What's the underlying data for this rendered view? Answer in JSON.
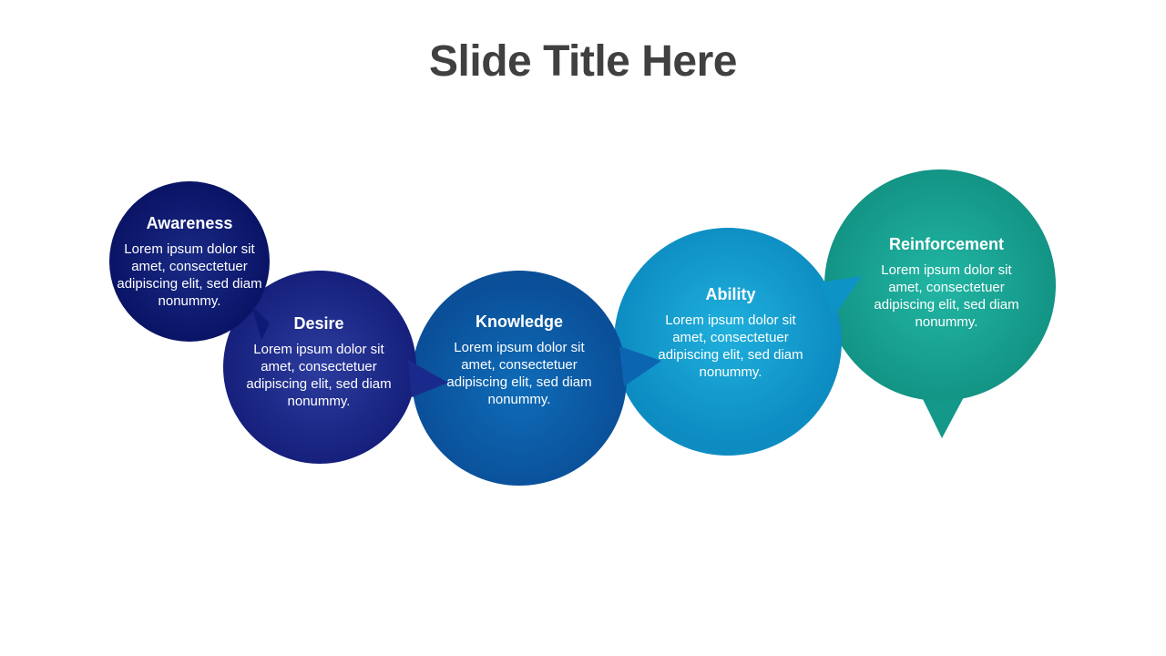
{
  "slide": {
    "title": "Slide Title Here"
  },
  "nodes": [
    {
      "title": "Awareness",
      "body": "Lorem ipsum dolor sit amet, consectetuer adipiscing elit, sed diam nonummy.",
      "color": "#0d1b6e"
    },
    {
      "title": "Desire",
      "body": "Lorem ipsum dolor sit amet, consectetuer adipiscing elit, sed diam nonummy.",
      "color": "#1a2a8a"
    },
    {
      "title": "Knowledge",
      "body": "Lorem ipsum dolor sit amet, consectetuer adipiscing elit, sed diam nonummy.",
      "color": "#0a5aa6"
    },
    {
      "title": "Ability",
      "body": "Lorem ipsum dolor sit amet, consectetuer adipiscing elit, sed diam nonummy.",
      "color": "#1197c9"
    },
    {
      "title": "Reinforcement",
      "body": "Lorem ipsum dolor sit amet, consectetuer adipiscing elit, sed diam nonummy.",
      "color": "#16a090"
    }
  ]
}
